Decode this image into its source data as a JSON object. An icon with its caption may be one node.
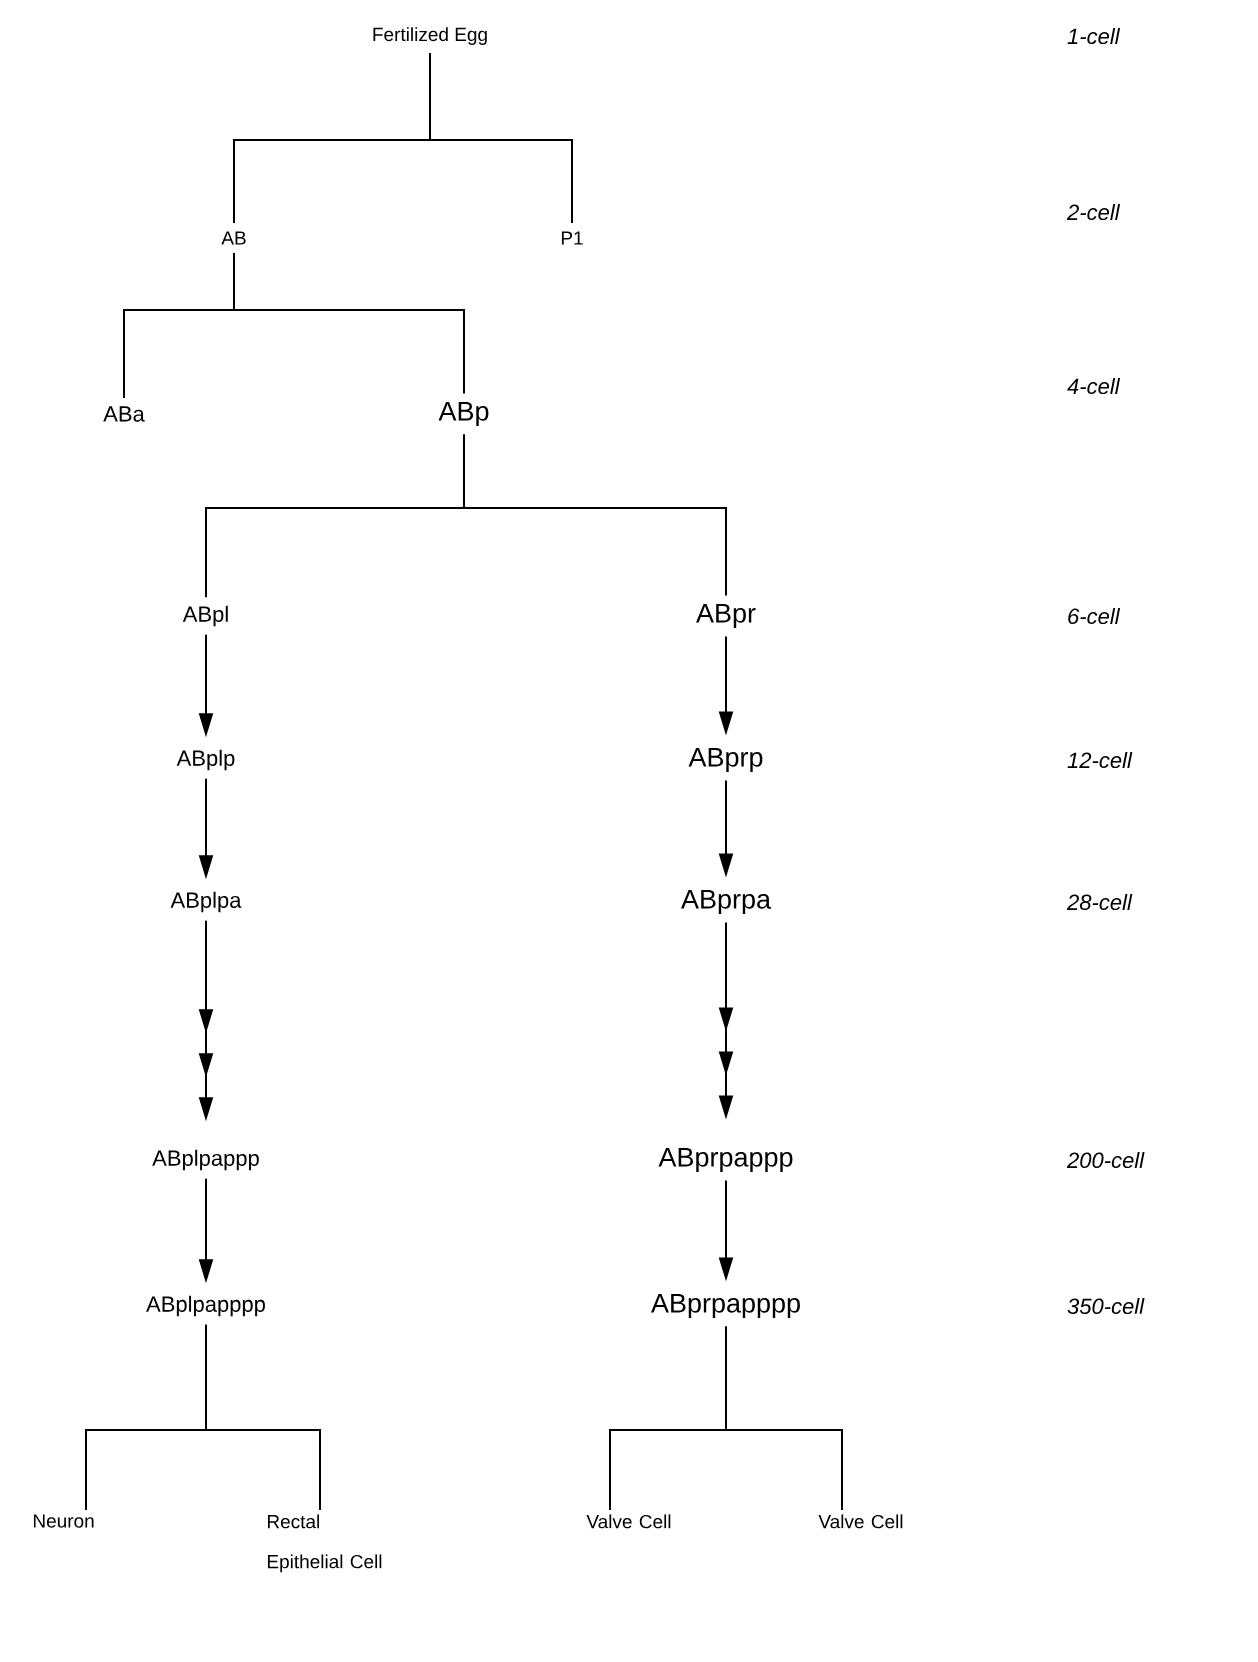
{
  "diagram": {
    "nodes": [
      {
        "text": [
          "Fertilized Egg"
        ]
      },
      {
        "text": [
          "AB"
        ]
      },
      {
        "text": [
          "P1"
        ]
      },
      {
        "text": [
          "ABa"
        ]
      },
      {
        "text": [
          "ABp"
        ]
      },
      {
        "text": [
          "ABpl"
        ]
      },
      {
        "text": [
          "ABpr"
        ]
      },
      {
        "text": [
          "ABplp"
        ]
      },
      {
        "text": [
          "ABprp"
        ]
      },
      {
        "text": [
          "ABplpa"
        ]
      },
      {
        "text": [
          "ABprpa"
        ]
      },
      {
        "text": [
          "ABplpappp"
        ]
      },
      {
        "text": [
          "ABprpappp"
        ]
      },
      {
        "text": [
          "ABplpapppp"
        ]
      },
      {
        "text": [
          "ABprpapppp"
        ]
      },
      {
        "text": [
          "Neuron"
        ]
      },
      {
        "text": [
          "Rectal Epithelial Cell"
        ]
      },
      {
        "text": [
          "Valve Cell"
        ]
      },
      {
        "text": [
          "Valve Cell"
        ]
      }
    ],
    "edges": [
      {
        "from": 0,
        "to": 1,
        "arrow": "none"
      },
      {
        "from": 0,
        "to": 2,
        "arrow": "none"
      },
      {
        "from": 1,
        "to": 3,
        "arrow": "none"
      },
      {
        "from": 1,
        "to": 4,
        "arrow": "none"
      },
      {
        "from": 4,
        "to": 5,
        "arrow": "none"
      },
      {
        "from": 4,
        "to": 6,
        "arrow": "none"
      },
      {
        "from": 5,
        "to": 7,
        "arrow": "to"
      },
      {
        "from": 6,
        "to": 8,
        "arrow": "to"
      },
      {
        "from": 7,
        "to": 9,
        "arrow": "to"
      },
      {
        "from": 8,
        "to": 10,
        "arrow": "to"
      },
      {
        "from": 9,
        "to": 11,
        "arrow": "to"
      },
      {
        "from": 10,
        "to": 12,
        "arrow": "to"
      },
      {
        "from": 11,
        "to": 13,
        "arrow": "to"
      },
      {
        "from": 12,
        "to": 14,
        "arrow": "to"
      },
      {
        "from": 13,
        "to": 15,
        "arrow": "none"
      },
      {
        "from": 13,
        "to": 16,
        "arrow": "none"
      },
      {
        "from": 14,
        "to": 17,
        "arrow": "none"
      },
      {
        "from": 14,
        "to": 18,
        "arrow": "none"
      }
    ],
    "labels": [
      "1-cell",
      "2-cell",
      "4-cell",
      "6-cell",
      "12-cell",
      "28-cell",
      "200-cell",
      "350-cell"
    ]
  }
}
